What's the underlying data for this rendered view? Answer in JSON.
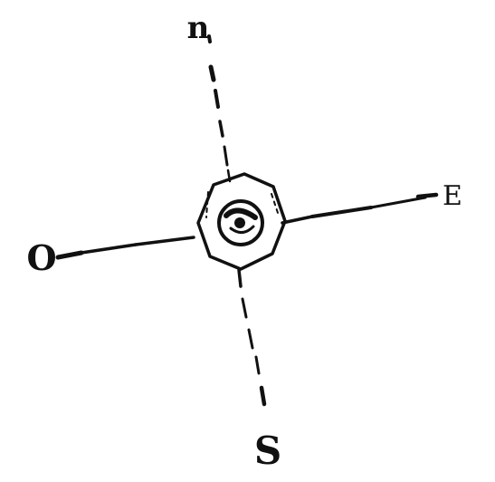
{
  "diagram": {
    "labels": {
      "north": "n",
      "east": "E",
      "west": "O",
      "south": "S"
    },
    "ink_color": "#111111",
    "background_color": "#ffffff"
  }
}
